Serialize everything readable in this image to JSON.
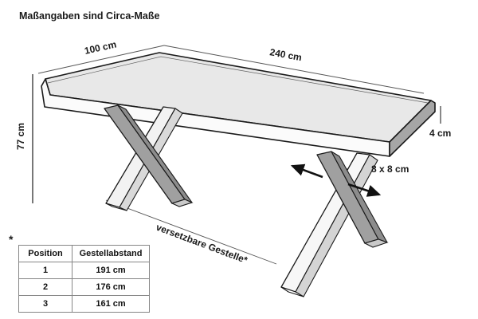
{
  "title": "Maßangaben sind Circa-Maße",
  "dimensions": {
    "width_label": "100 cm",
    "length_label": "240 cm",
    "height_label": "77 cm",
    "thickness_label": "4 cm",
    "leg_profile_label": "8 x 8 cm"
  },
  "annotations": {
    "movable_frames": "versetzbare Gestelle*",
    "footnote_marker": "*"
  },
  "spec_table": {
    "headers": [
      "Position",
      "Gestellabstand"
    ],
    "rows": [
      [
        "1",
        "191 cm"
      ],
      [
        "2",
        "176 cm"
      ],
      [
        "3",
        "161 cm"
      ]
    ]
  },
  "colors": {
    "line": "#1a1a1a",
    "tabletop_top": "#e8e8e8",
    "tabletop_edge": "#f7f7f7",
    "leg_dark": "#a0a0a0",
    "leg_light": "#f2f2f2",
    "table_border": "#868686",
    "dimension_line": "#555555",
    "background": "#ffffff"
  },
  "icons": {
    "arrow_left": "arrow-left-icon",
    "arrow_right": "arrow-right-icon"
  }
}
